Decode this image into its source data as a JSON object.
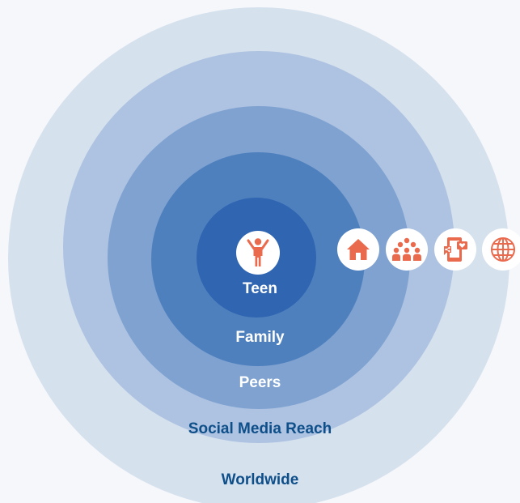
{
  "diagram": {
    "rings": {
      "teen": {
        "label": "Teen",
        "color": "#2f65b1",
        "text_color": "#ffffff",
        "icon": "child-icon"
      },
      "family": {
        "label": "Family",
        "color": "#4f80be",
        "text_color": "#ffffff",
        "icon": "home-icon"
      },
      "peers": {
        "label": "Peers",
        "color": "#7fa2d1",
        "text_color": "#ffffff",
        "icon": "group-icon"
      },
      "social": {
        "label": "Social Media Reach",
        "color": "#aec3e1",
        "text_color": "#0e4f8a",
        "icon": "phone-share-icon"
      },
      "worldwide": {
        "label": "Worldwide",
        "color": "#d6e1ee",
        "text_color": "#0e4f8a",
        "icon": "globe-icon"
      }
    },
    "icon_color": "#ea6a4e",
    "badge_color": "#ffffff"
  }
}
